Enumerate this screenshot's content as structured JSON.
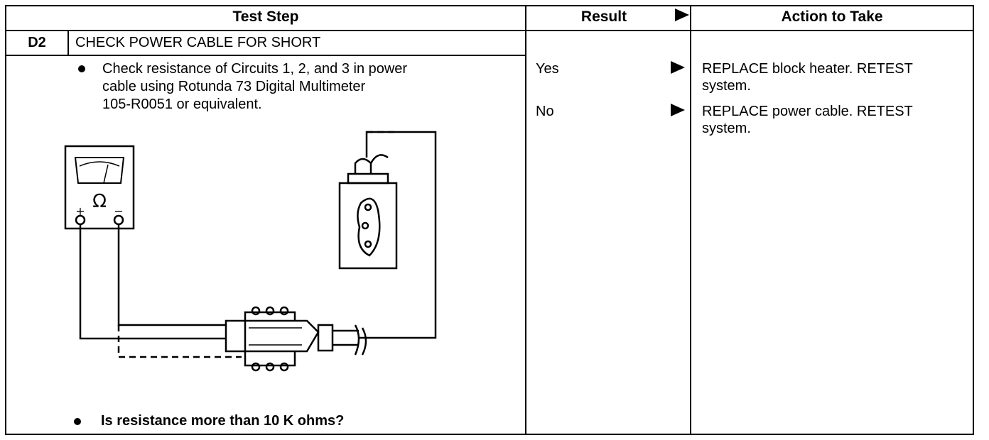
{
  "header": {
    "test_step": "Test Step",
    "result": "Result",
    "action": "Action to Take"
  },
  "step": {
    "id": "D2",
    "title": "CHECK POWER CABLE FOR SHORT",
    "instruction_lines": [
      "Check resistance of Circuits 1, 2, and 3 in power",
      "cable using Rotunda 73 Digital Multimeter",
      "105-R0051 or equivalent."
    ],
    "question": "Is resistance more than 10 K ohms?"
  },
  "meter": {
    "symbol": "Ω",
    "plus": "+",
    "minus": "−"
  },
  "results": [
    {
      "label": "Yes",
      "action_lines": [
        "REPLACE block heater. RETEST",
        "system."
      ]
    },
    {
      "label": "No",
      "action_lines": [
        "REPLACE power cable. RETEST",
        "system."
      ]
    }
  ]
}
